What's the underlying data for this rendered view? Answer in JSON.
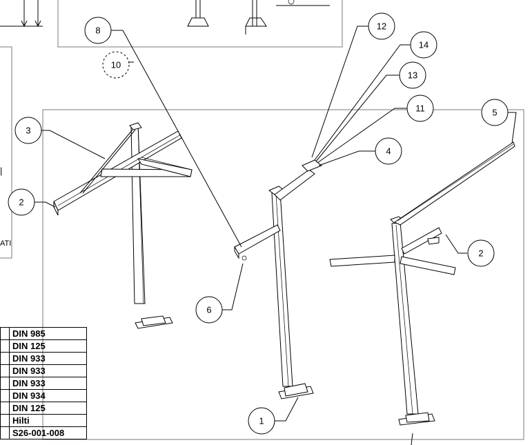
{
  "balloons": [
    {
      "id": "b8",
      "label": "8"
    },
    {
      "id": "b10",
      "label": "10"
    },
    {
      "id": "b12",
      "label": "12"
    },
    {
      "id": "b14",
      "label": "14"
    },
    {
      "id": "b13",
      "label": "13"
    },
    {
      "id": "b11",
      "label": "11"
    },
    {
      "id": "b5",
      "label": "5"
    },
    {
      "id": "b4",
      "label": "4"
    },
    {
      "id": "b3",
      "label": "3"
    },
    {
      "id": "b2a",
      "label": "2"
    },
    {
      "id": "b2b",
      "label": "2"
    },
    {
      "id": "b6",
      "label": "6"
    },
    {
      "id": "b1",
      "label": "1"
    }
  ],
  "left_edge_text": "ATI",
  "bom_rows": [
    "DIN 985",
    "DIN 125",
    "DIN 933",
    "DIN 933",
    "DIN 933",
    "DIN 934",
    "DIN 125",
    "Hilti",
    "S26-001-008"
  ]
}
